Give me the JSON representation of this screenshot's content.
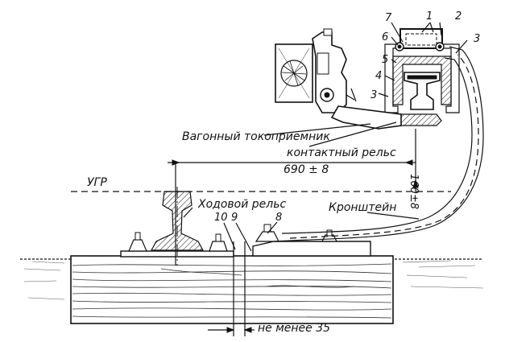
{
  "labels": {
    "collector": "Вагонный токоприемник",
    "contact_rail": "контактный рельс",
    "dimension_main": "690 ± 8",
    "dimension_vertical": "160±8",
    "ugr": "УГР",
    "running_rail": "Ходовой рельс",
    "bracket": "Кронштейн",
    "min_distance": "не менее 35"
  },
  "callouts": {
    "n1": "1",
    "n2": "2",
    "n3a": "3",
    "n3b": "3",
    "n4": "4",
    "n5": "5",
    "n6": "6",
    "n7": "7",
    "n8": "8",
    "n9": "9",
    "n10": "10"
  }
}
